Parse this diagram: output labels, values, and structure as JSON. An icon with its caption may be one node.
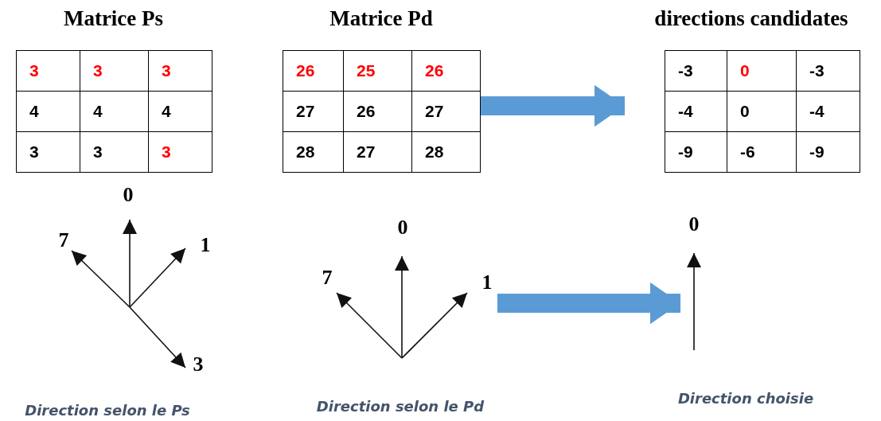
{
  "diagram": {
    "nodes": [
      {
        "text": [
          "Matrice Ps"
        ]
      },
      {
        "text": [
          "Matrice Pd"
        ]
      },
      {
        "text": [
          "directions candidates"
        ]
      },
      {
        "text": [
          "0",
          "7",
          "1",
          "3"
        ],
        "beside": [
          "Direction selon le Ps"
        ]
      },
      {
        "text": [
          "0",
          "7",
          "1"
        ],
        "beside": [
          "Direction selon le Pd"
        ]
      },
      {
        "text": [
          "0"
        ],
        "beside": [
          "Direction choisie"
        ]
      }
    ],
    "edges": [
      {
        "from": 1,
        "to": 2,
        "arrow": "to",
        "color": "#5b9bd5"
      },
      {
        "from": 4,
        "to": 5,
        "arrow": "to",
        "color": "#5b9bd5"
      }
    ],
    "labels": [
      "3",
      "3",
      "3",
      "4",
      "4",
      "4",
      "3",
      "3",
      "3",
      "26",
      "25",
      "26",
      "27",
      "26",
      "27",
      "28",
      "27",
      "28",
      "-3",
      "0",
      "-3",
      "-4",
      "0",
      "-4",
      "-9",
      "-6",
      "-9"
    ]
  }
}
